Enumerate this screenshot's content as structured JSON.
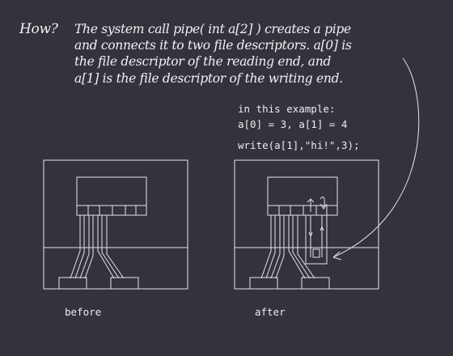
{
  "header": {
    "how": "How?"
  },
  "explanation": {
    "line1": "The system call  pipe( int a[2] )  creates a pipe",
    "line2": "and connects it to two file descriptors.  a[0] is",
    "line3": "the file descriptor of the reading end, and",
    "line4": "a[1] is the file descriptor of the writing end."
  },
  "example": {
    "intro": "in this example:",
    "values": "a[0] = 3, a[1] = 4",
    "call": "write(a[1],\"hi!\",3);"
  },
  "captions": {
    "before": "before",
    "after": "after"
  },
  "colors": {
    "background": "#33333d",
    "lines": "#e6e6e6"
  }
}
